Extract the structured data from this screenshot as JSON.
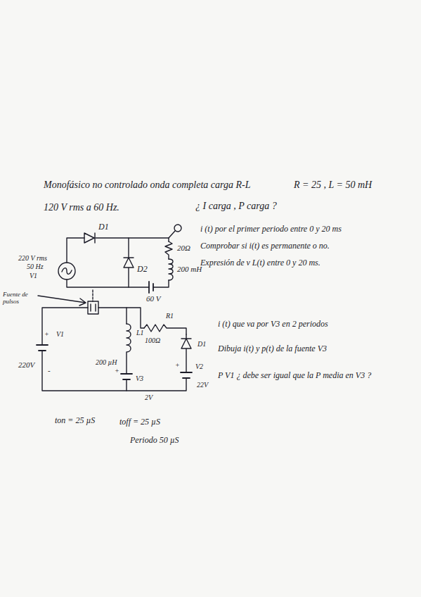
{
  "diagram": {
    "labels": [
      "Monofásico no controlado onda completa carga R-L",
      "R = 25 , L = 50 mH",
      "120 V rms a 60 Hz.",
      "¿ I carga , P carga ?",
      "D1",
      "220 V rms",
      "50 Hz",
      "V1",
      "D2",
      "20Ω",
      "200 mH",
      "60 V",
      "i (t) por el primer periodo entre 0 y 20 ms",
      "Comprobar si i(t) es permanente o no.",
      "Expresión de v L(t) entre 0 y 20 ms.",
      "Fuente de pulsos",
      "+",
      "V1",
      "220V",
      "-",
      "200 µH",
      "L1",
      "R1",
      "100Ω",
      "D1",
      "+",
      "V2",
      "22V",
      "+",
      "V3",
      "2V",
      "i (t) que va por V3 en 2 periodos",
      "Dibuja i(t) y p(t) de la fuente V3",
      "P V1 ¿ debe ser igual que la P media en V3 ?",
      "ton = 25 µS",
      "toff = 25 µS",
      "Periodo 50 µS"
    ]
  }
}
